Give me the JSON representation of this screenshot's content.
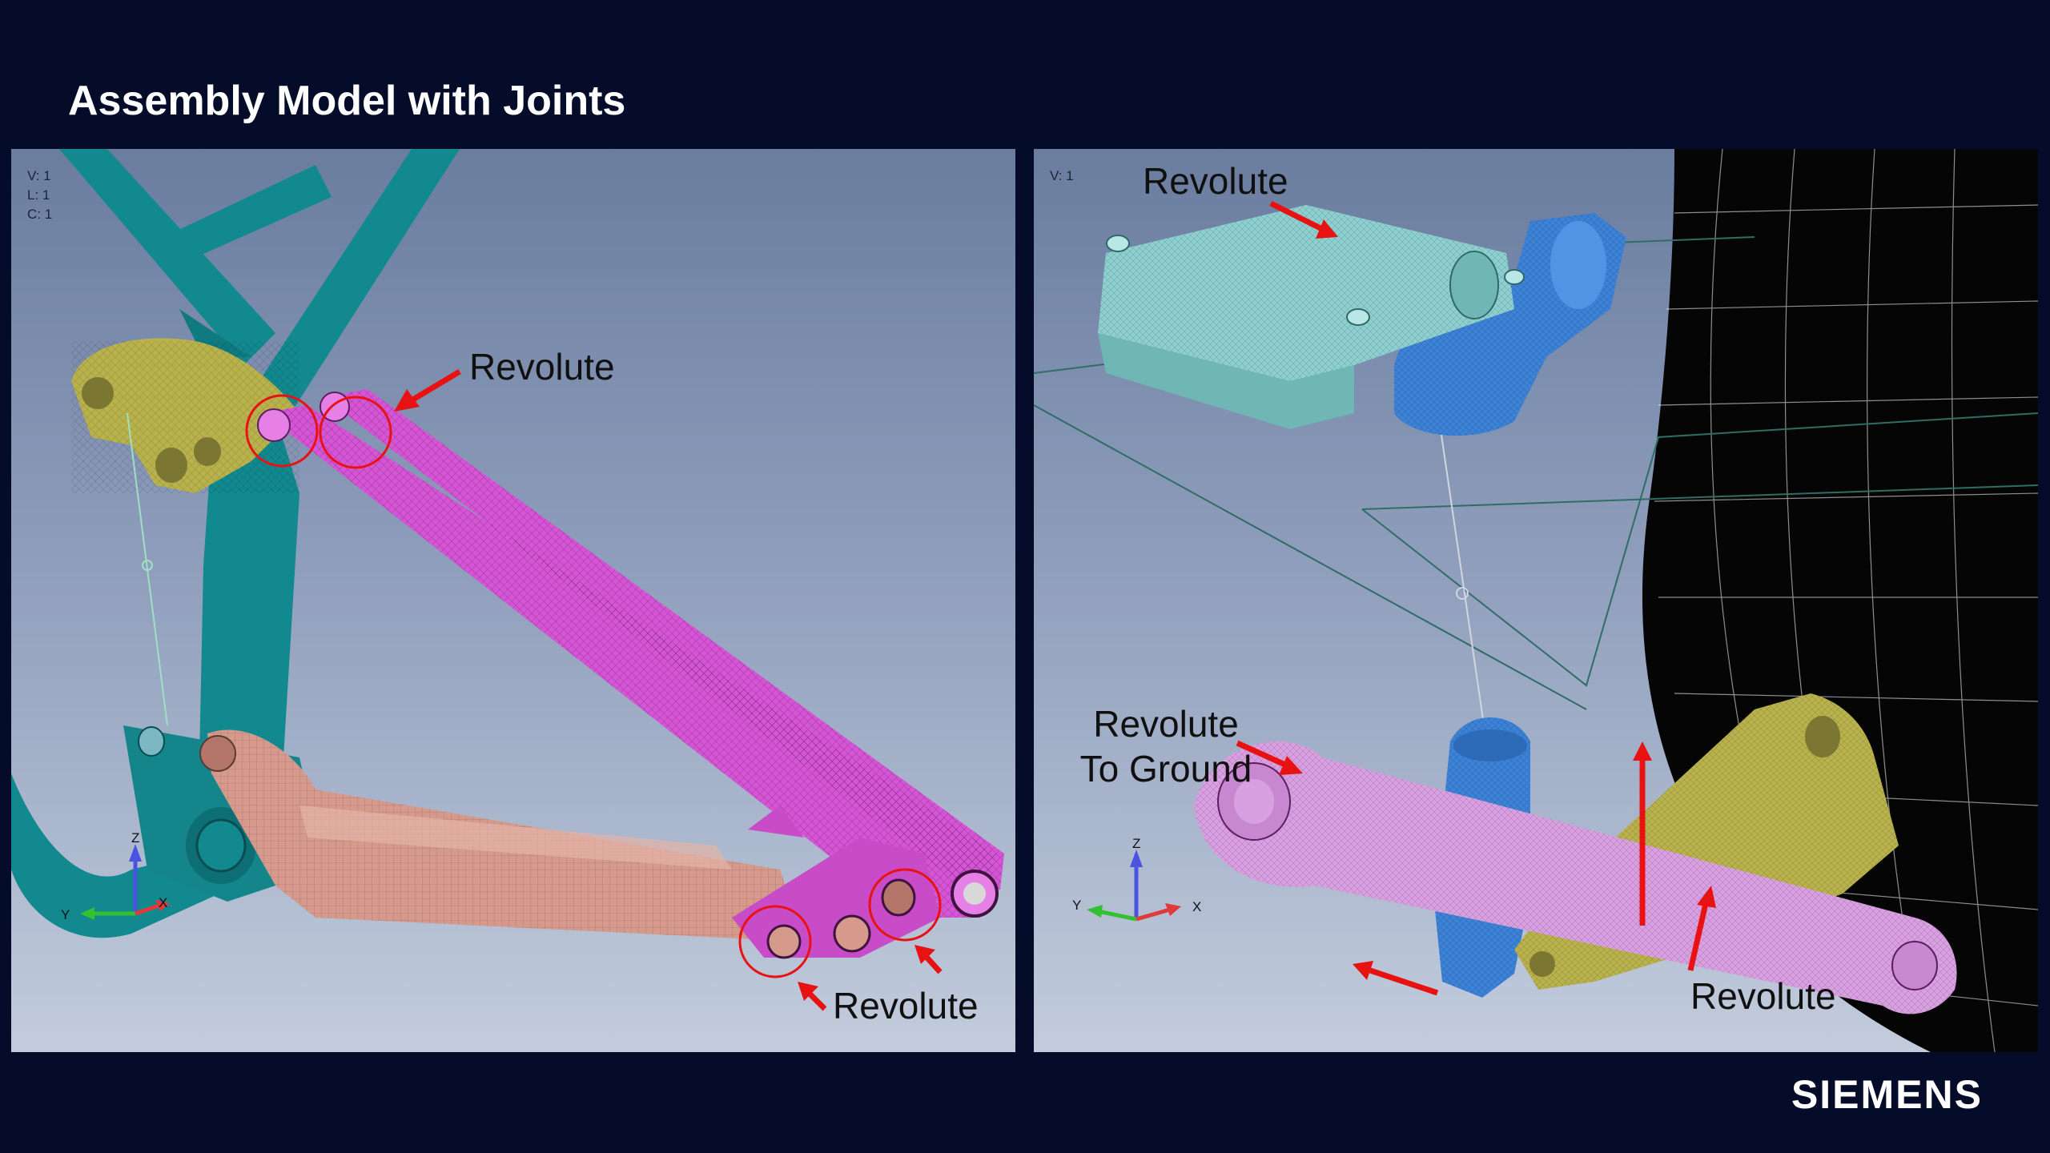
{
  "slide": {
    "title": "Assembly Model with Joints",
    "brand": "SIEMENS"
  },
  "left_view": {
    "info": [
      "V: 1",
      "L: 1",
      "C: 1"
    ],
    "callouts": {
      "top": "Revolute",
      "bottom": "Revolute"
    },
    "triad": {
      "x": "X",
      "y": "Y",
      "z": "Z"
    }
  },
  "right_view": {
    "info": [
      "V: 1"
    ],
    "callouts": {
      "top": "Revolute",
      "ground_line1": "Revolute",
      "ground_line2": "To Ground",
      "bottom": "Revolute"
    },
    "triad": {
      "x": "X",
      "y": "Y",
      "z": "Z"
    }
  },
  "colors": {
    "background": "#050c2a",
    "frame": "#12898f",
    "stays": "#d655d6",
    "linkage": "#b9b24c",
    "chainstay": "#d69a8c",
    "shock": "#3c83d8",
    "arrow": "#e81212"
  }
}
